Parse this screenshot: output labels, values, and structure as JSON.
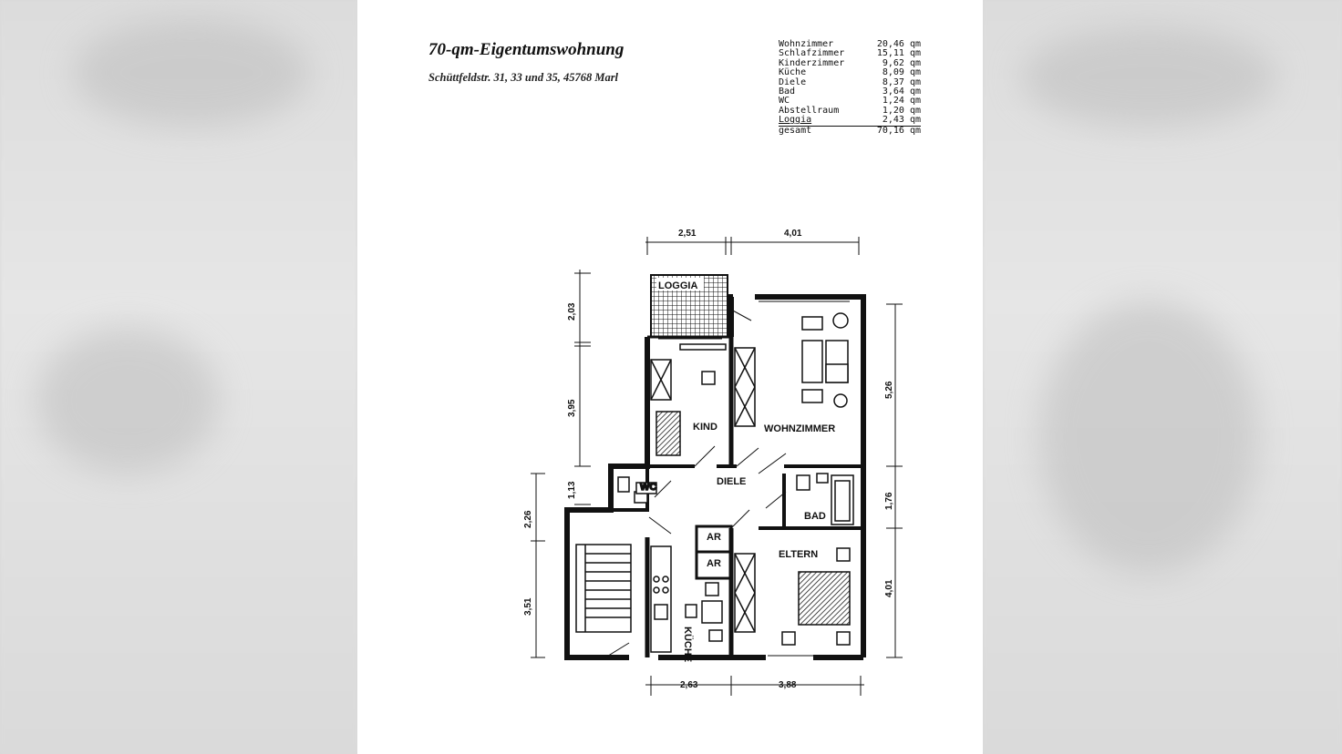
{
  "title": "70-qm-Eigentumswohnung",
  "subtitle": "Schüttfeldstr. 31, 33 und 35, 45768 Marl",
  "areas": [
    {
      "room": "Wohnzimmer",
      "area": "20,46 qm"
    },
    {
      "room": "Schlafzimmer",
      "area": "15,11 qm"
    },
    {
      "room": "Kinderzimmer",
      "area": "9,62 qm"
    },
    {
      "room": "Küche",
      "area": "8,09 qm"
    },
    {
      "room": "Diele",
      "area": "8,37 qm"
    },
    {
      "room": "Bad",
      "area": "3,64 qm"
    },
    {
      "room": "WC",
      "area": "1,24 qm"
    },
    {
      "room": "Abstellraum",
      "area": "1,20 qm"
    },
    {
      "room": "Loggia",
      "area": "2,43 qm"
    }
  ],
  "total": {
    "room": "gesamt",
    "area": "70,16 qm"
  },
  "rooms": {
    "loggia": "LOGGIA",
    "kind": "KIND",
    "wohnzimmer": "WOHNZIMMER",
    "wc": "WC",
    "diele": "DIELE",
    "bad": "BAD",
    "ar1": "AR",
    "ar2": "AR",
    "eltern": "ELTERN",
    "kueche": "KÜCHE"
  },
  "dimensions": {
    "top_left": "2,51",
    "top_right": "4,01",
    "bottom_left": "2,63",
    "bottom_right": "3,88",
    "left_1": "2,03",
    "left_2": "3,95",
    "left_3": "1,13",
    "left_4": "2,26",
    "left_5": "3,51",
    "right_1": "5,26",
    "right_2": "1,76",
    "right_3": "4,01"
  }
}
